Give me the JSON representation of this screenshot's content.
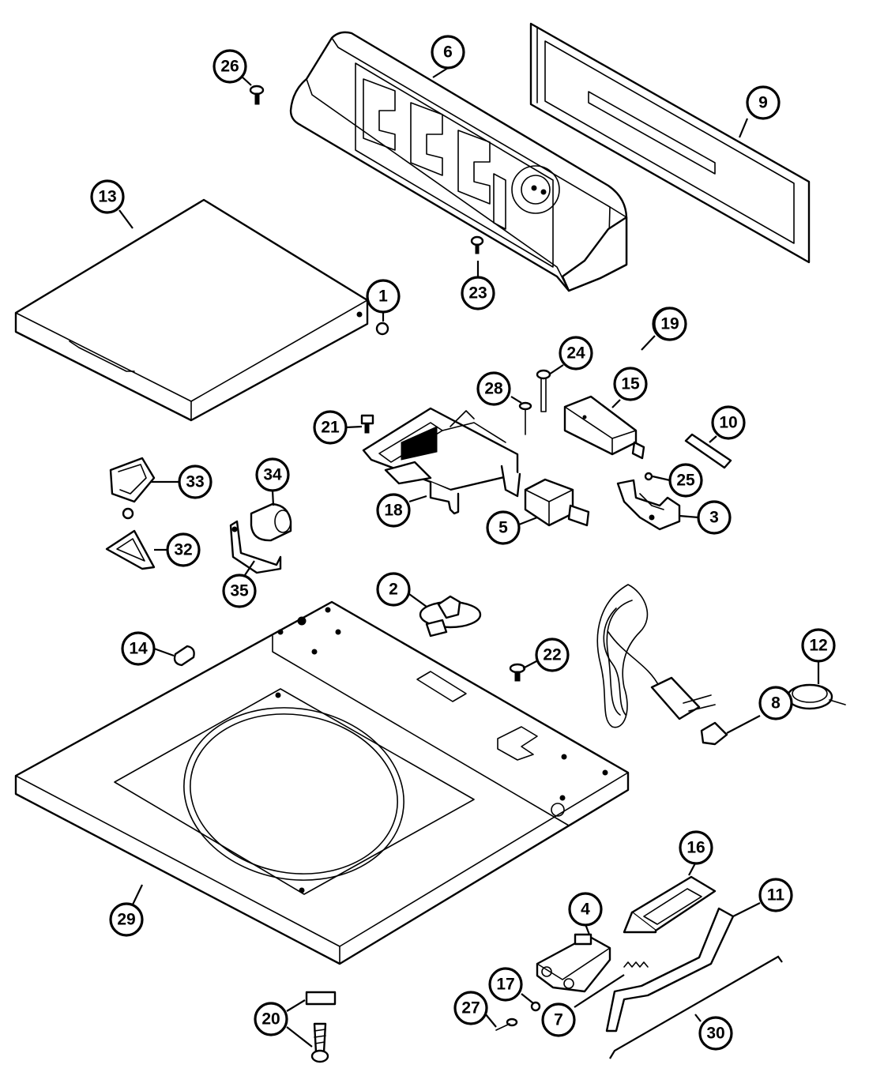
{
  "diagram": {
    "callouts": [
      {
        "id": "c26",
        "label": "26"
      },
      {
        "id": "c6",
        "label": "6"
      },
      {
        "id": "c9",
        "label": "9"
      },
      {
        "id": "c13",
        "label": "13"
      },
      {
        "id": "c1",
        "label": "1"
      },
      {
        "id": "c23",
        "label": "23"
      },
      {
        "id": "c24",
        "label": "24"
      },
      {
        "id": "c28",
        "label": "28"
      },
      {
        "id": "c15",
        "label": "15"
      },
      {
        "id": "c21",
        "label": "21"
      },
      {
        "id": "c10",
        "label": "10"
      },
      {
        "id": "c33",
        "label": "33"
      },
      {
        "id": "c34",
        "label": "34"
      },
      {
        "id": "c25",
        "label": "25"
      },
      {
        "id": "c18",
        "label": "18"
      },
      {
        "id": "c5",
        "label": "5"
      },
      {
        "id": "c3",
        "label": "3"
      },
      {
        "id": "c32",
        "label": "32"
      },
      {
        "id": "c35",
        "label": "35"
      },
      {
        "id": "c2",
        "label": "2"
      },
      {
        "id": "c19",
        "label": "19"
      },
      {
        "id": "c14",
        "label": "14"
      },
      {
        "id": "c22",
        "label": "22"
      },
      {
        "id": "c12",
        "label": "12"
      },
      {
        "id": "c8",
        "label": "8"
      },
      {
        "id": "c16",
        "label": "16"
      },
      {
        "id": "c29",
        "label": "29"
      },
      {
        "id": "c4",
        "label": "4"
      },
      {
        "id": "c11",
        "label": "11"
      },
      {
        "id": "c17",
        "label": "17"
      },
      {
        "id": "c20",
        "label": "20"
      },
      {
        "id": "c27",
        "label": "27"
      },
      {
        "id": "c7",
        "label": "7"
      },
      {
        "id": "c30",
        "label": "30"
      }
    ]
  }
}
